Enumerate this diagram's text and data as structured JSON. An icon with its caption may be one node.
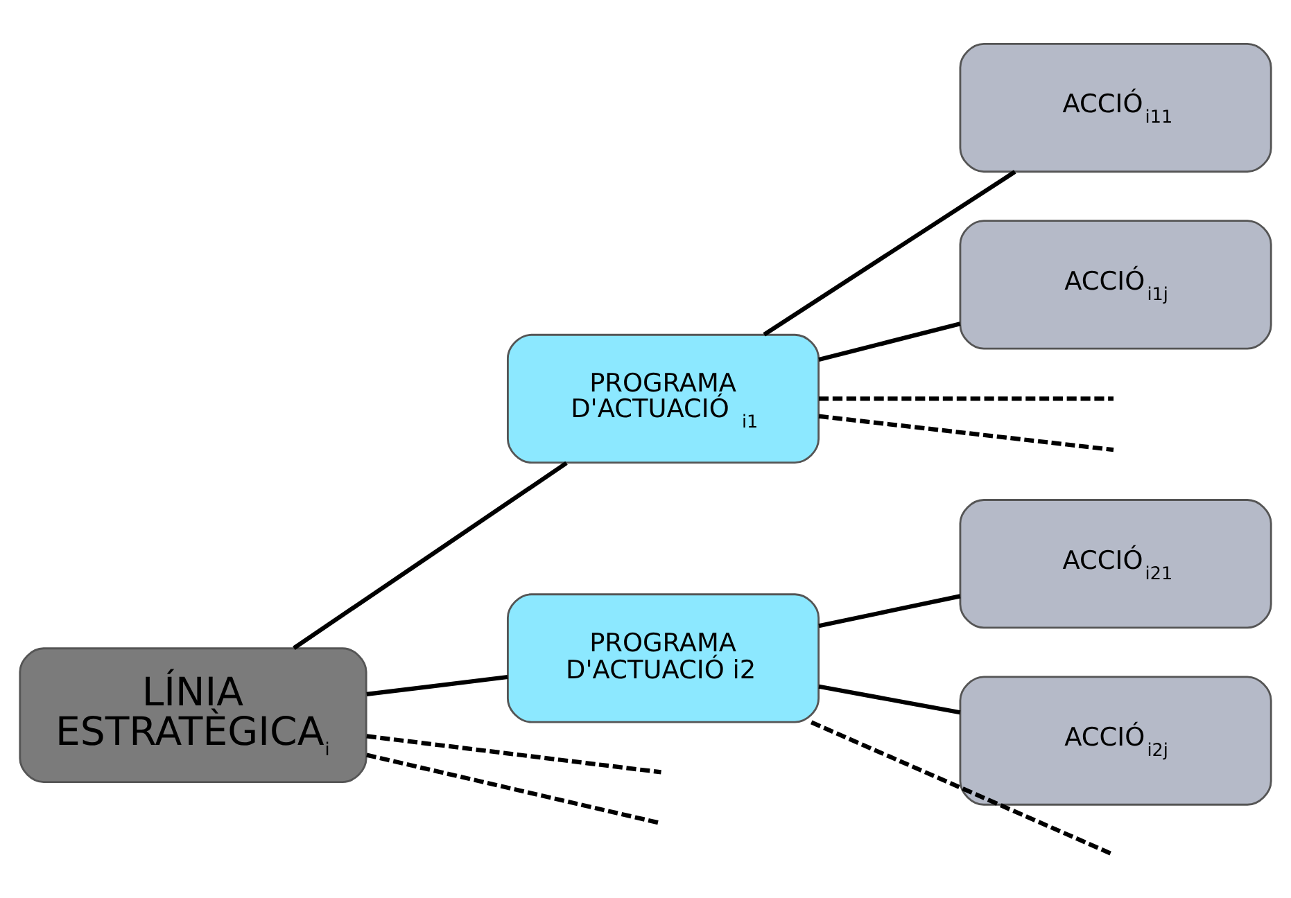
{
  "diagram": {
    "nodes": [
      {
        "text": [
          "LÍNIA ESTRATÈGICA$_{i}$"
        ]
      },
      {
        "text": [
          "PROGRAMA D'ACTUACIÓ $_{i1}$"
        ]
      },
      {
        "text": [
          "PROGRAMA D'ACTUACIÓ i2"
        ]
      },
      {
        "text": [
          "ACCIÓ$_{i11}$"
        ]
      },
      {
        "text": [
          "ACCIÓ$_{i1j}$"
        ]
      },
      {
        "text": [
          "ACCIÓ$_{i21}$"
        ]
      },
      {
        "text": [
          "ACCIÓ$_{i2j}$"
        ]
      }
    ],
    "edges": [
      {
        "from": 0,
        "to": 1,
        "arrow": "none"
      },
      {
        "from": 0,
        "to": null,
        "arrow": "none",
        "style": "dashed"
      },
      {
        "from": 0,
        "to": null,
        "arrow": "none",
        "style": "dashed"
      },
      {
        "from": 0,
        "to": 2,
        "arrow": "none"
      },
      {
        "from": 1,
        "to": 3,
        "arrow": "none"
      },
      {
        "from": 1,
        "to": null,
        "arrow": "none",
        "style": "dashed"
      },
      {
        "from": 1,
        "to": null,
        "arrow": "none",
        "style": "dashed"
      },
      {
        "from": 1,
        "to": 4,
        "arrow": "none"
      },
      {
        "from": 2,
        "to": 5,
        "arrow": "none"
      },
      {
        "from": 2,
        "to": null,
        "arrow": "none",
        "style": "dashed"
      },
      {
        "from": 2,
        "to": 6,
        "arrow": "none"
      }
    ]
  }
}
